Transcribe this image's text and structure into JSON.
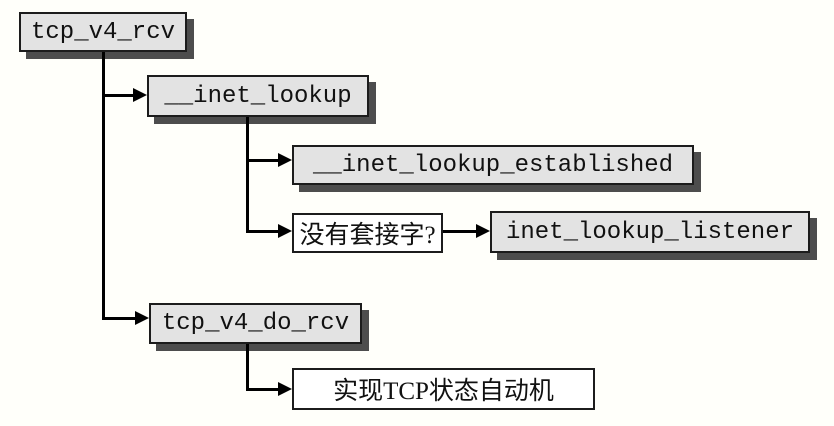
{
  "colors": {
    "background": "#fffffa",
    "box_fill": "#e3e3e3",
    "box_border": "#1c1c1c",
    "box_shadow": "#4d4d4d",
    "plain_box_fill": "#ffffff",
    "connector": "#000000",
    "text": "#111111"
  },
  "nodes": {
    "tcp_v4_rcv": {
      "label": "tcp_v4_rcv"
    },
    "inet_lookup": {
      "label": "__inet_lookup"
    },
    "inet_lookup_established": {
      "label": "__inet_lookup_established"
    },
    "no_socket": {
      "label": "没有套接字?"
    },
    "inet_lookup_listener": {
      "label": "inet_lookup_listener"
    },
    "tcp_v4_do_rcv": {
      "label": "tcp_v4_do_rcv"
    },
    "tcp_state_machine": {
      "label": "实现TCP状态自动机"
    }
  }
}
